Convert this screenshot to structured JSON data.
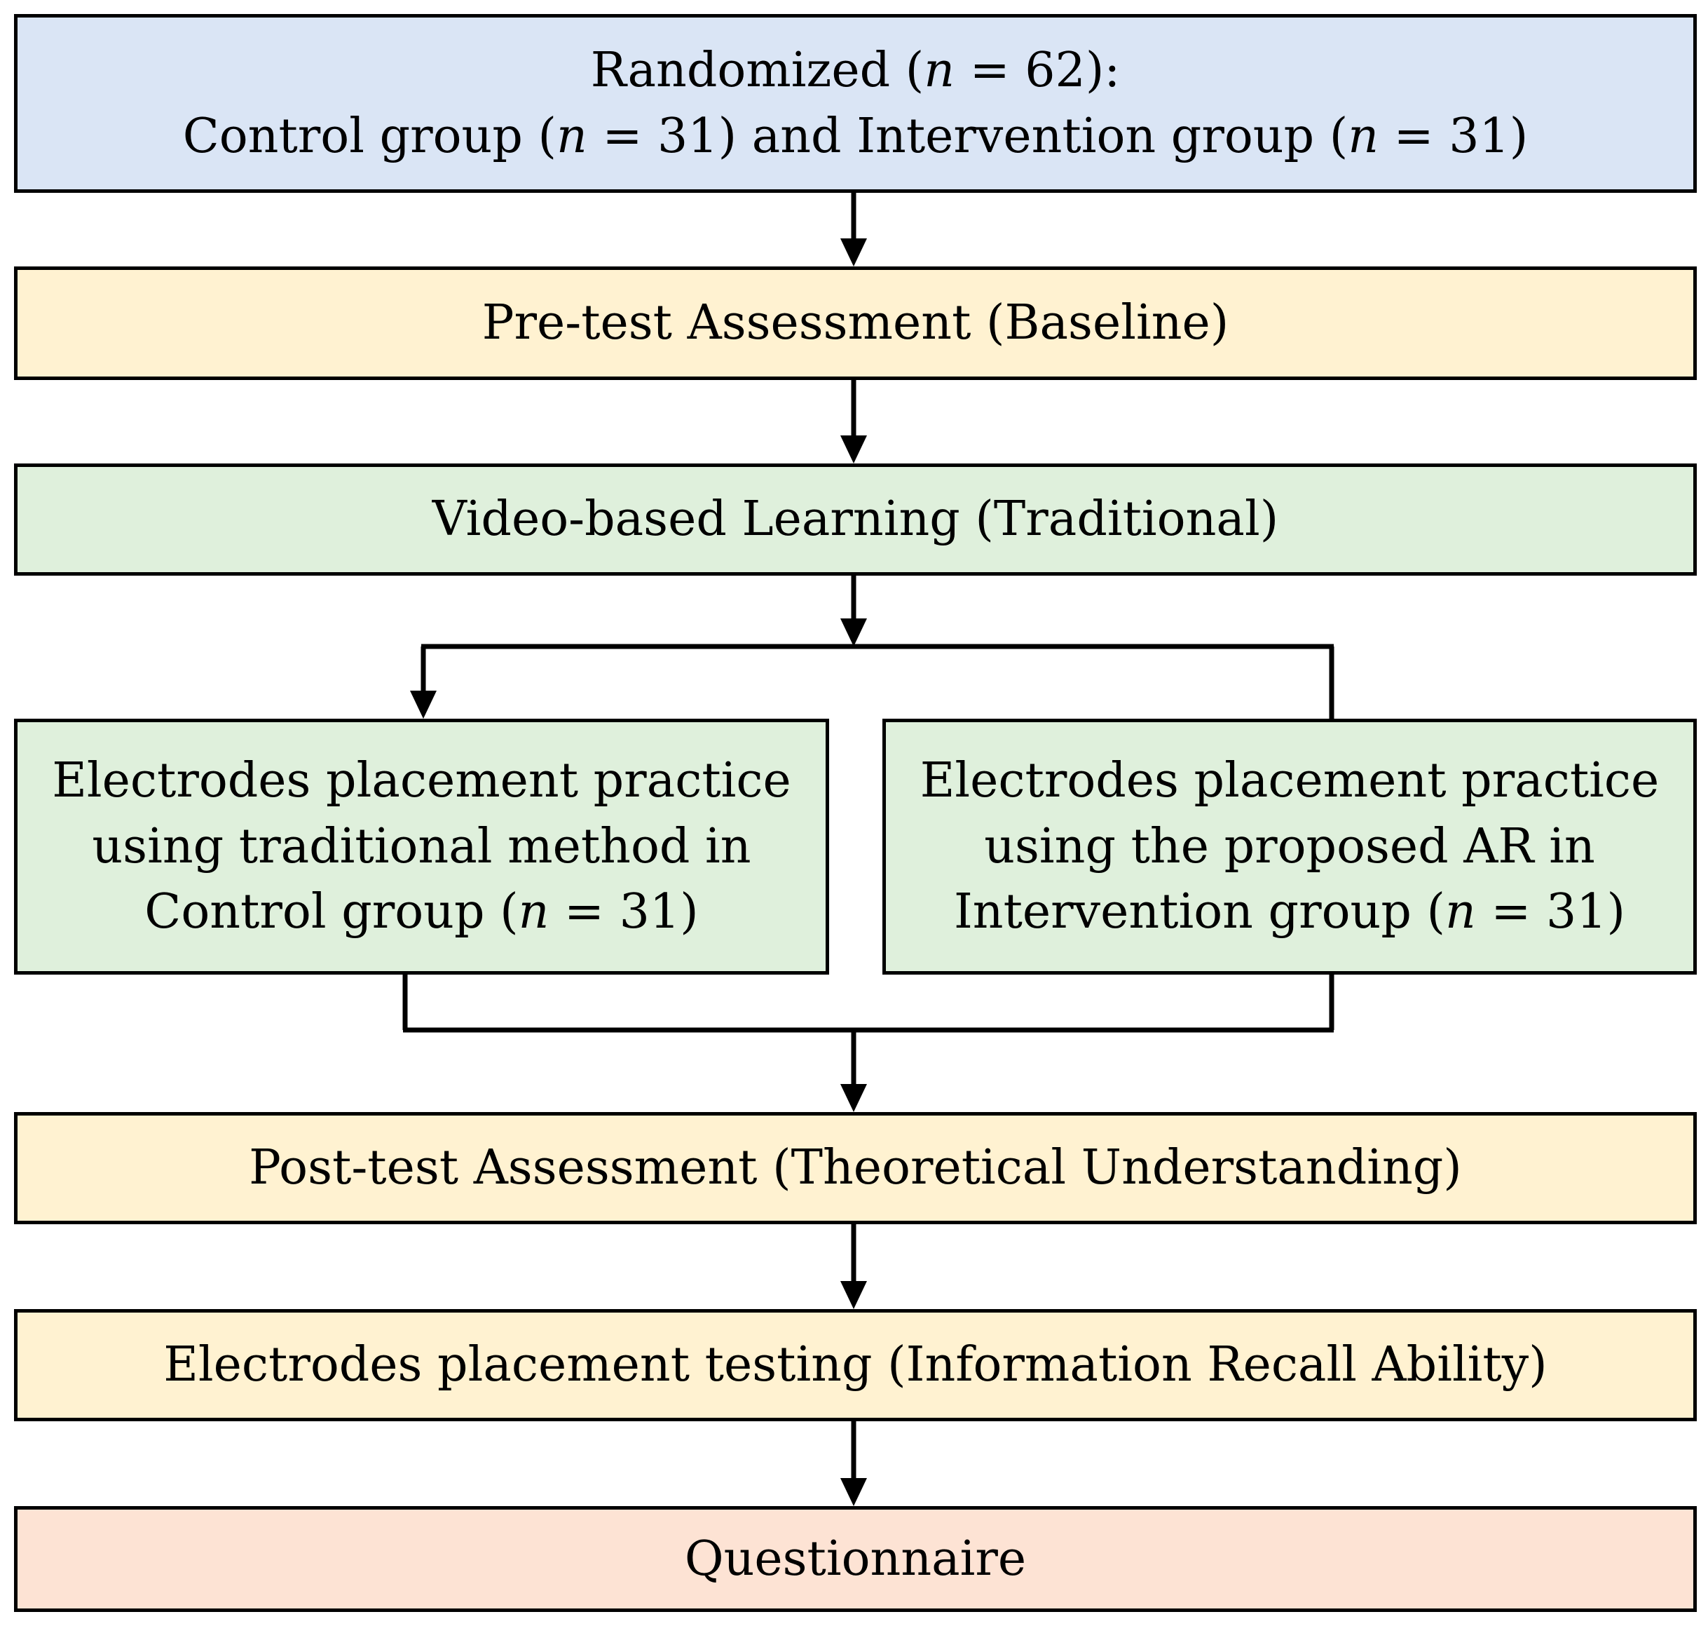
{
  "colors": {
    "blue": "#dae5f5",
    "yellow": "#fff2d1",
    "green": "#dff0dc",
    "peach": "#fde3d4",
    "line": "#000000"
  },
  "boxes": {
    "randomized": {
      "line1": {
        "pre": "Randomized (",
        "n": "n",
        "post": " = 62):"
      },
      "line2": {
        "a": "Control group (",
        "n1": "n",
        "b": " = 31) and Intervention group (",
        "n2": "n",
        "c": " = 31)"
      }
    },
    "pretest": {
      "label": "Pre-test Assessment (Baseline)"
    },
    "video": {
      "label": "Video-based Learning (Traditional)"
    },
    "control": {
      "line1": "Electrodes placement practice",
      "line2": "using traditional method in",
      "line3": {
        "pre": "Control group (",
        "n": "n",
        "post": " = 31)"
      }
    },
    "intervention": {
      "line1": "Electrodes placement practice",
      "line2": "using the proposed AR in",
      "line3": {
        "pre": "Intervention group (",
        "n": "n",
        "post": " = 31)"
      }
    },
    "posttest": {
      "label": "Post-test Assessment (Theoretical Understanding)"
    },
    "recall": {
      "label": "Electrodes placement testing (Information Recall Ability)"
    },
    "questionnaire": {
      "label": "Questionnaire"
    }
  }
}
